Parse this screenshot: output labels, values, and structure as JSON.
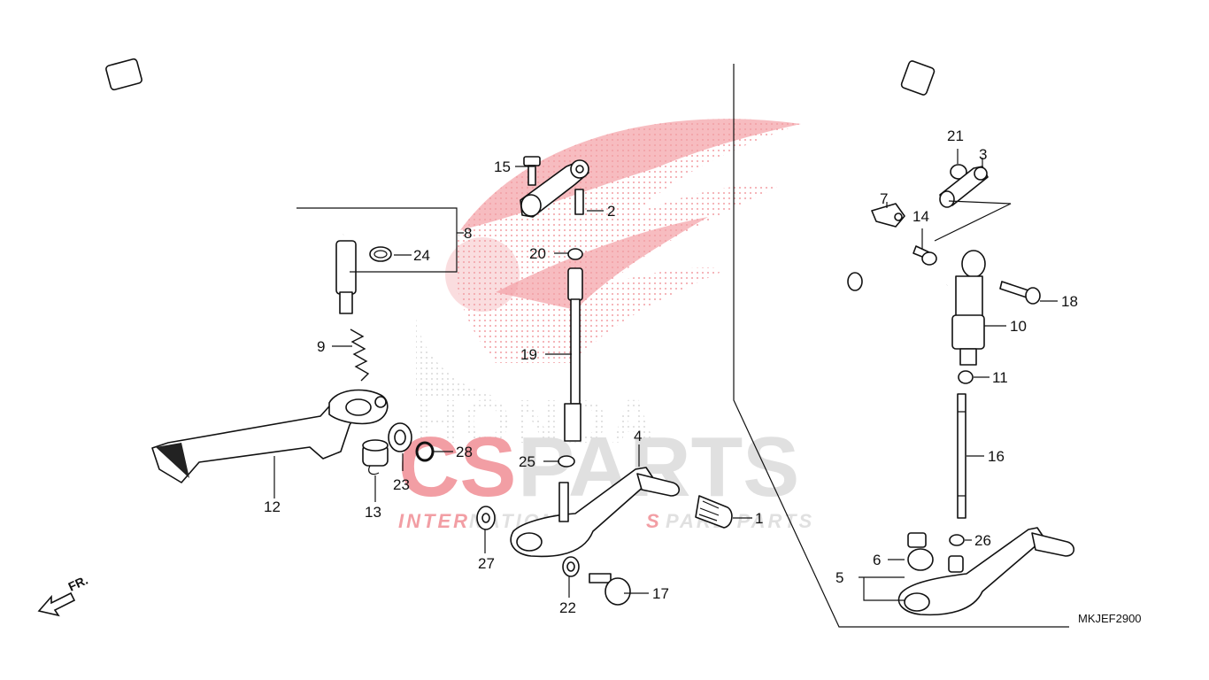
{
  "watermark": {
    "honda": "HONDA",
    "brand_cs": "CS",
    "brand_parts": "PARTS",
    "tagline_a": "INTER",
    "tagline_b": "NATIONAL",
    "tagline_c": "S",
    "tagline_d": "PARE PARTS",
    "red": "#e8505b",
    "grey": "#c8c8c8"
  },
  "diagram_code": "MKJEF2900",
  "direction_label": "FR.",
  "callouts": {
    "c1": "1",
    "c2": "2",
    "c3": "3",
    "c4": "4",
    "c5": "5",
    "c6": "6",
    "c7": "7",
    "c8": "8",
    "c9": "9",
    "c10": "10",
    "c11": "11",
    "c12": "12",
    "c13": "13",
    "c14": "14",
    "c15": "15",
    "c16": "16",
    "c17": "17",
    "c18": "18",
    "c19": "19",
    "c20": "20",
    "c21": "21",
    "c22": "22",
    "c23": "23",
    "c24": "24",
    "c25": "25",
    "c26": "26",
    "c27": "27",
    "c28": "28"
  }
}
